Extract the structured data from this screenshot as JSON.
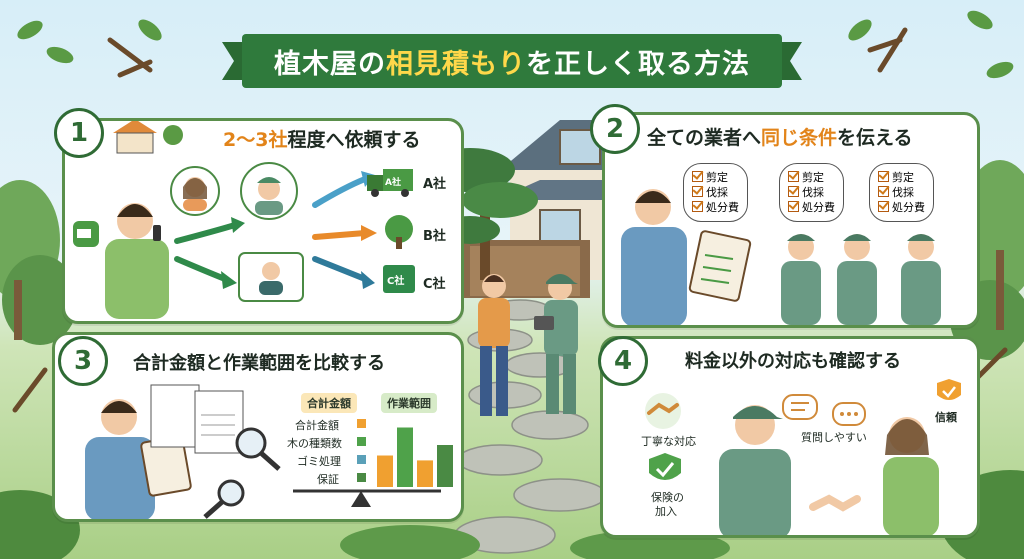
{
  "title": {
    "pre": "植木屋の",
    "highlight": "相見積もり",
    "post": "を正しく取る方法"
  },
  "step1": {
    "number": "1",
    "title_highlight": "2〜3社",
    "title_rest": "程度へ依頼する",
    "companies": [
      {
        "icon": "truck-icon",
        "badge": "A社",
        "label": "A社"
      },
      {
        "icon": "tree-icon",
        "badge": "",
        "label": "B社"
      },
      {
        "icon": "sign-icon",
        "badge": "C社",
        "label": "C社"
      }
    ]
  },
  "step2": {
    "number": "2",
    "title_pre": "全ての業者へ",
    "title_highlight": "同じ条件",
    "title_post": "を伝える",
    "conditions": [
      "剪定",
      "伐採",
      "処分費"
    ]
  },
  "step3": {
    "number": "3",
    "title": "合計金額と作業範囲を比較する",
    "compare_left": "合計金額",
    "compare_right": "作業範囲",
    "rows": [
      "合計金額",
      "木の種類数",
      "ゴミ処理",
      "保証"
    ],
    "bars": [
      {
        "value": 0.45,
        "color": "#f0a030"
      },
      {
        "value": 0.85,
        "color": "#4fa24a"
      },
      {
        "value": 0.38,
        "color": "#f0a030"
      },
      {
        "value": 0.6,
        "color": "#4a8a44"
      }
    ]
  },
  "step4": {
    "number": "4",
    "title": "料金以外の対応も確認する",
    "labels": {
      "polite": "丁寧な対応",
      "question": "質問しやすい",
      "trust": "信頼",
      "insurance_1": "保険の",
      "insurance_2": "加入"
    }
  },
  "colors": {
    "banner": "#2f7a3c",
    "panel_border": "#5a8f4b",
    "accent_orange": "#e2841a",
    "number_green": "#2f6b35"
  }
}
